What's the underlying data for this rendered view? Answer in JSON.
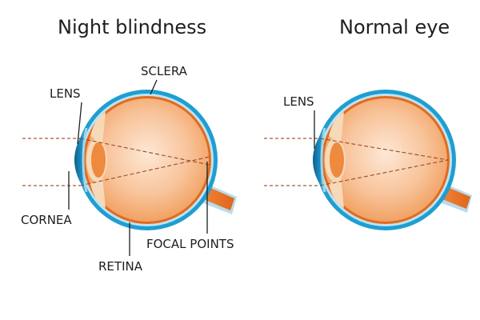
{
  "panels": {
    "left": {
      "title": "Night blindness",
      "labels": {
        "sclera": "SCLERA",
        "lens": "LENS",
        "cornea": "CORNEA",
        "retina": "RETINA",
        "focal_points": "FOCAL POINTS"
      }
    },
    "right": {
      "title": "Normal eye",
      "labels": {
        "lens": "LENS"
      }
    }
  },
  "colors": {
    "sclera_blue": "#1f9ed1",
    "eyeball_orange": "#f3a265",
    "retina_red": "#e26a1e",
    "cornea_blue": "#1577a8",
    "iris_light": "#c7e6f2",
    "optic_nerve": "#e2651a"
  }
}
